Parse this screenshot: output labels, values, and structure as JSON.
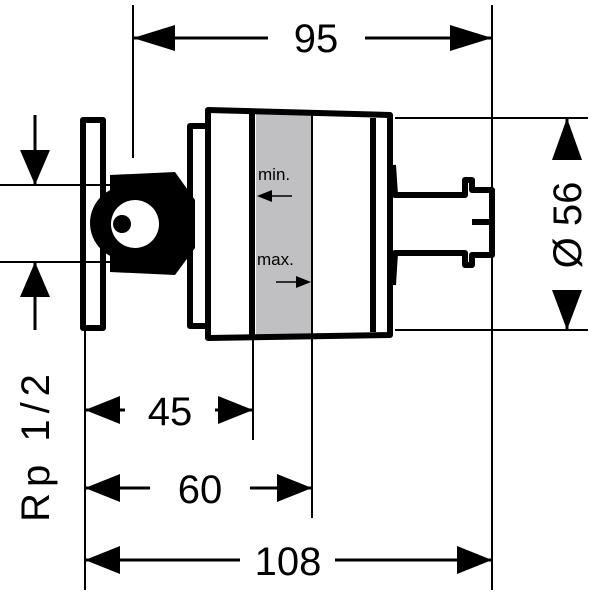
{
  "dimensions": {
    "width_top": "95",
    "diameter": "Ø 56",
    "thread": "Rp 1/2",
    "depth_min": "45",
    "depth_max": "60",
    "total_length": "108"
  },
  "labels": {
    "min": "min.",
    "max": "max."
  },
  "colors": {
    "line": "#000000",
    "band": "#c0c0c2"
  }
}
